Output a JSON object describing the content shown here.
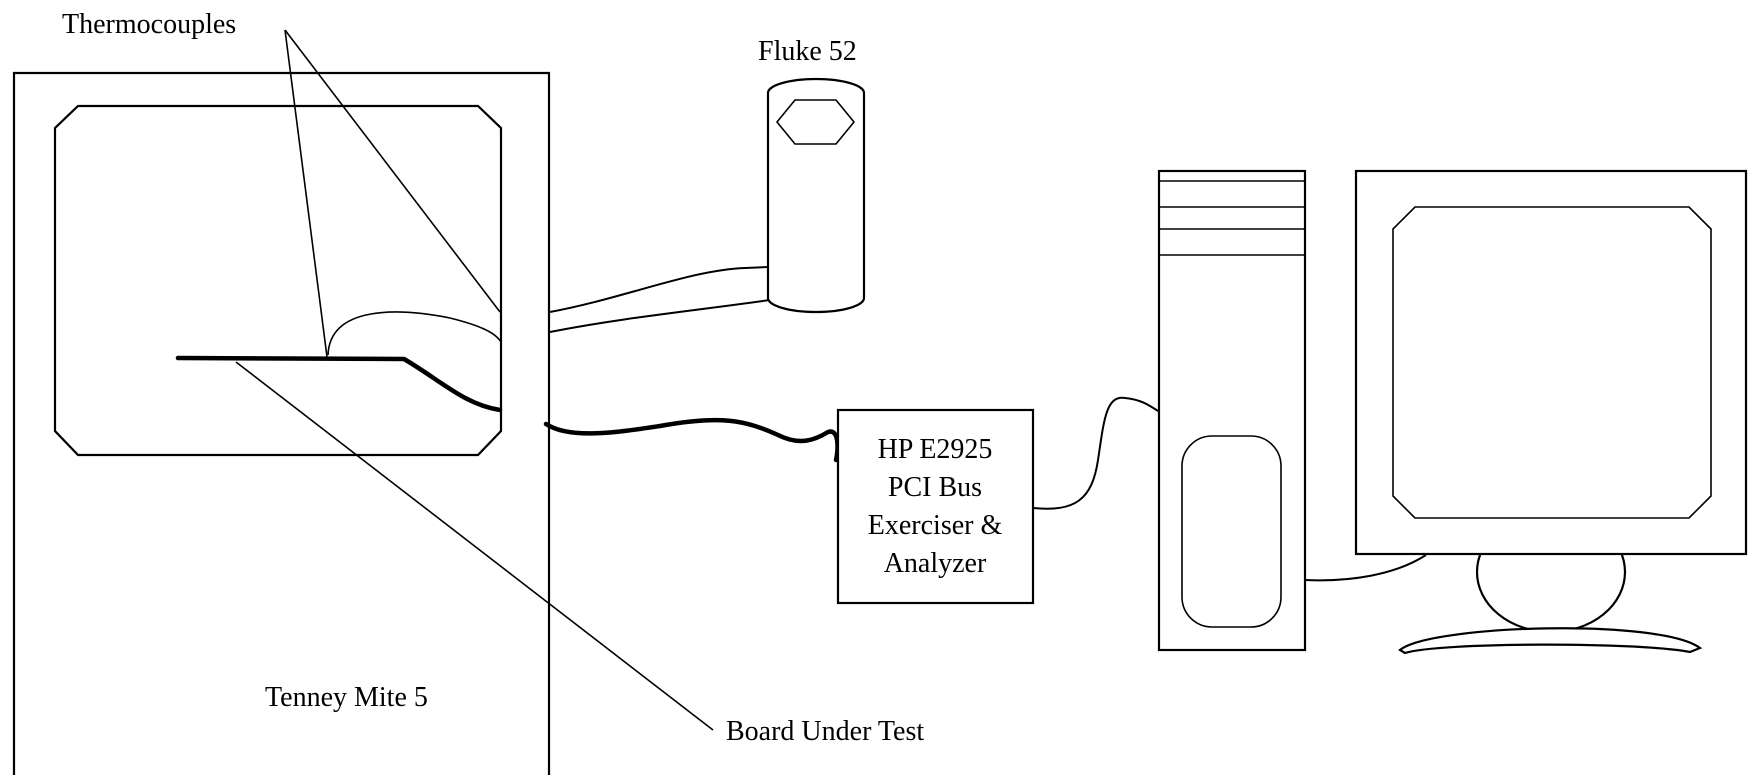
{
  "labels": {
    "thermocouples": "Thermocouples",
    "fluke": "Fluke 52",
    "chamber": "Tenney Mite 5",
    "board": "Board Under Test",
    "analyzer_line1": "HP E2925",
    "analyzer_line2": "PCI Bus",
    "analyzer_line3": "Exerciser &",
    "analyzer_line4": "Analyzer"
  }
}
